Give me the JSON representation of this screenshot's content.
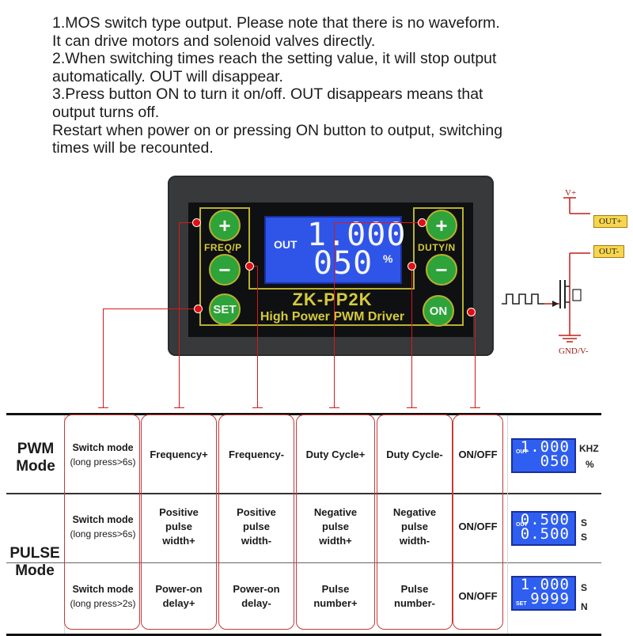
{
  "notes": [
    "1.MOS switch type output. Please note that there is no waveform.",
    "It can drive motors and solenoid valves directly.",
    "2.When switching times reach the setting value, it will stop output",
    "automatically. OUT will disappear.",
    "3.Press button ON to turn it on/off. OUT disappears means that",
    "output turns off.",
    "Restart when power on or pressing ON button to output, switching",
    "times will be recounted."
  ],
  "device": {
    "model": "ZK-PP2K",
    "subtitle": "High Power PWM Driver",
    "freq_label": "FREQ/P",
    "duty_label": "DUTY/N",
    "plus_symbol": "+",
    "minus_symbol": "−",
    "set_label": "SET",
    "on_label": "ON",
    "lcd": {
      "out_label": "OUT",
      "line1": "1.000",
      "line2": "050",
      "unit": "%"
    }
  },
  "schematic": {
    "vplus": "V+",
    "out_plus": "OUT+",
    "out_minus": "OUT-",
    "gnd": "GND/V-"
  },
  "table": {
    "pwm_mode": [
      "PWM",
      "Mode"
    ],
    "pulse_mode": [
      "PULSE",
      "Mode"
    ],
    "rows": [
      {
        "switch": [
          "Switch mode",
          "(long press>6s)"
        ],
        "cells": [
          [
            "Frequency+"
          ],
          [
            "Frequency-"
          ],
          [
            "Duty Cycle+"
          ],
          [
            "Duty Cycle-"
          ],
          [
            "ON/OFF"
          ]
        ],
        "display": {
          "line1": "1.000",
          "line2": "050",
          "tiny1": "OUT",
          "tiny2": "",
          "unit1": "KHZ",
          "unit2": "%"
        }
      },
      {
        "switch": [
          "Switch mode",
          "(long press>6s)"
        ],
        "cells": [
          [
            "Positive",
            "pulse",
            "width+"
          ],
          [
            "Positive",
            "pulse",
            "width-"
          ],
          [
            "Negative",
            "pulse",
            "width+"
          ],
          [
            "Negative",
            "pulse",
            "width-"
          ],
          [
            "ON/OFF"
          ]
        ],
        "display": {
          "line1": "0.500",
          "line2": "0.500",
          "tiny1": "OUT",
          "tiny2": "",
          "unit1": "S",
          "unit2": "S"
        }
      },
      {
        "switch": [
          "Switch mode",
          "(long press>2s)"
        ],
        "cells": [
          [
            "Power-on",
            "delay+"
          ],
          [
            "Power-on",
            "delay-"
          ],
          [
            "Pulse",
            "number+"
          ],
          [
            "Pulse",
            "number-"
          ],
          [
            "ON/OFF"
          ]
        ],
        "display": {
          "line1": "1.000",
          "line2": "9999",
          "tiny1": "",
          "tiny2": "SET",
          "unit1": "S",
          "unit2": "N"
        }
      }
    ]
  },
  "colors": {
    "lcd_blue": "#2f55e8",
    "button_green": "#2ea33a",
    "accent_red": "#d8191b",
    "panel_yellow": "#d4ca3d"
  }
}
